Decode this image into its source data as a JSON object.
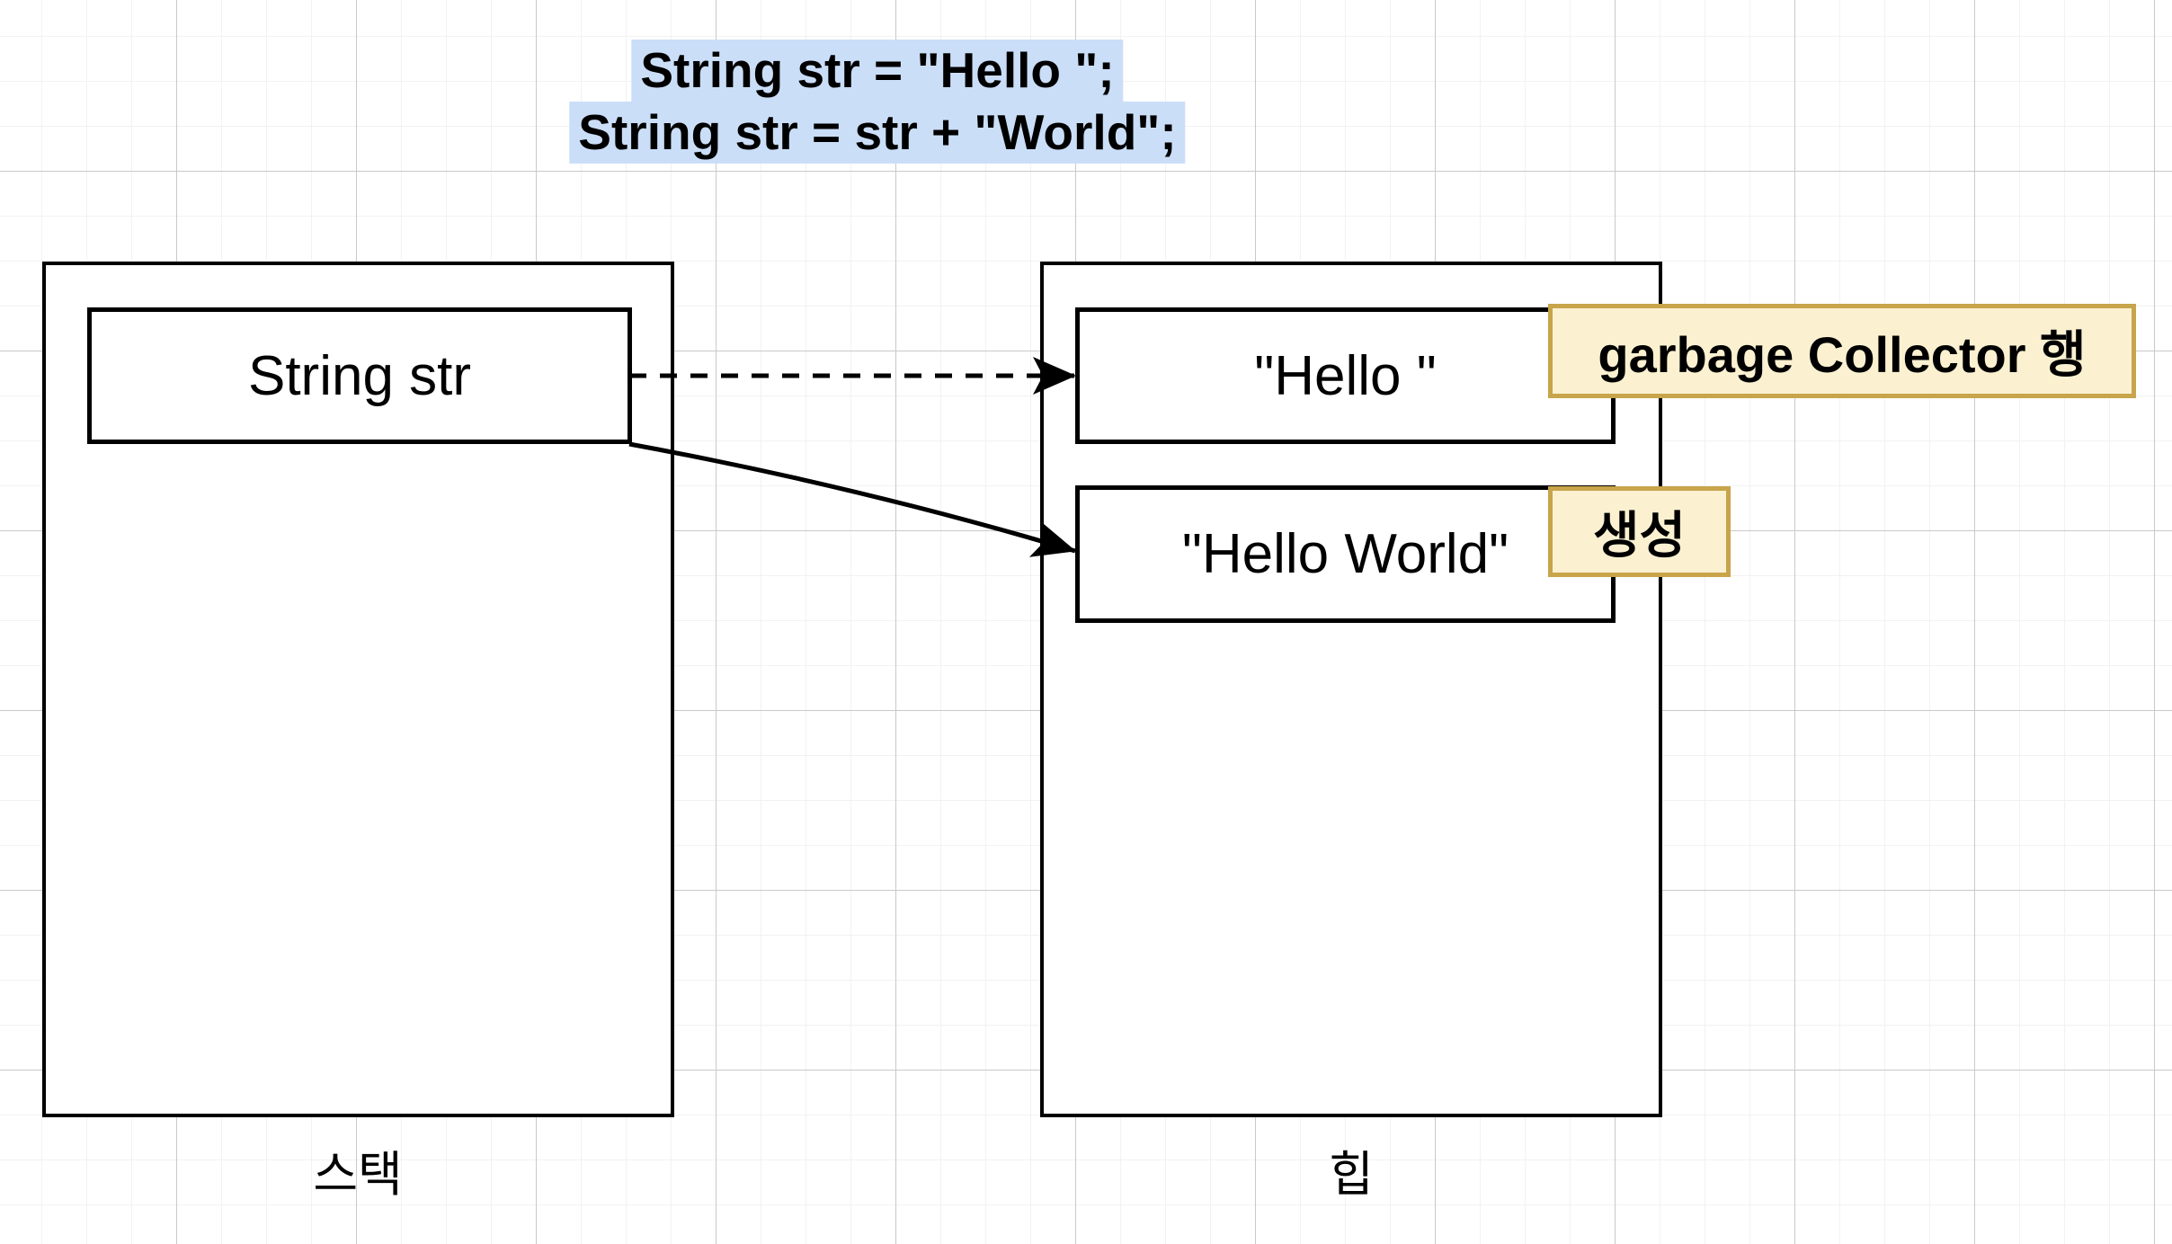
{
  "code": {
    "line1": "String str = \"Hello \";",
    "line2": "String str = str + \"World\";",
    "highlight_color": "#cbdef8"
  },
  "stack": {
    "region_label": "스택",
    "variable_box_label": "String str"
  },
  "heap": {
    "region_label": "힙",
    "hello_box_label": "\"Hello \"",
    "hello_world_box_label": "\"Hello World\""
  },
  "notes": {
    "garbage_label": "garbage Collector 행",
    "create_label": "생성",
    "fill_color": "#fbf1d1",
    "border_color": "#c8a44a"
  },
  "arrows": {
    "old_reference_style": "dashed",
    "new_reference_style": "solid",
    "color": "#000000"
  },
  "canvas": {
    "background_color": "#ffffff",
    "grid_minor_color": "#f2f2f2",
    "grid_major_color": "#c9c9c9"
  }
}
